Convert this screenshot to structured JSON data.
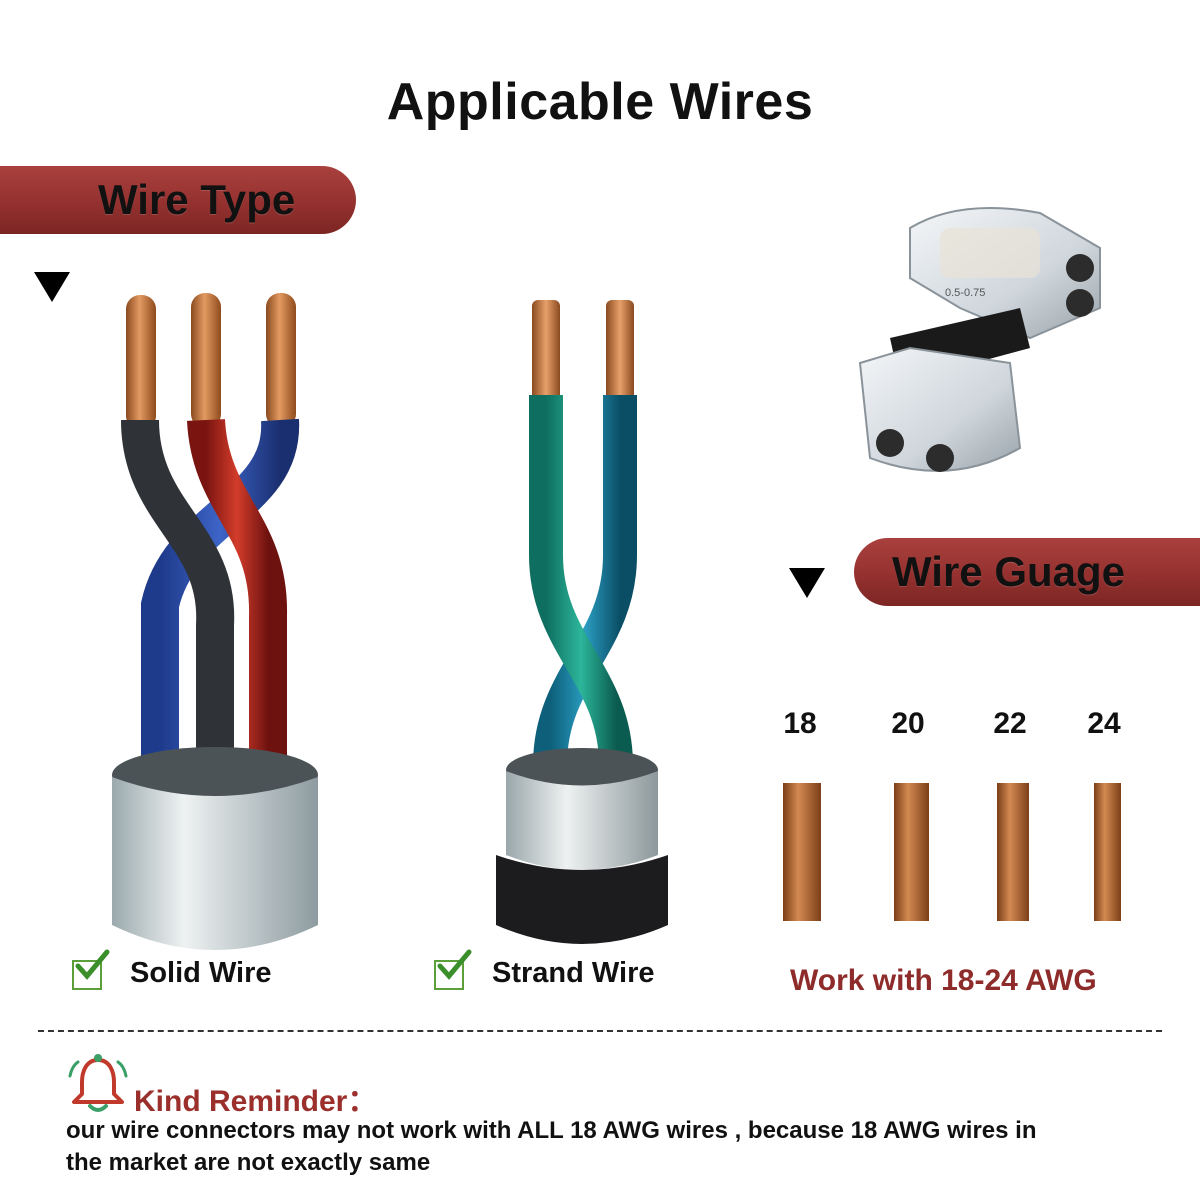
{
  "title": "Applicable Wires",
  "wire_type": {
    "heading": "Wire Type",
    "items": [
      {
        "label": "Solid Wire"
      },
      {
        "label": "Strand Wire"
      }
    ]
  },
  "wire_gauge": {
    "heading": "Wire Guage",
    "gauges": [
      "18",
      "20",
      "22",
      "24"
    ],
    "note": "Work with 18-24 AWG"
  },
  "reminder": {
    "title": "Kind Reminder：",
    "line1": "our wire connectors may not work with ALL 18 AWG wires , because 18 AWG wires in",
    "line2": "the market are not exactly same"
  },
  "colors": {
    "banner": "#94312f",
    "accent_text": "#8e2b2b",
    "check": "#3a8f2a",
    "copper": "#b86a34"
  },
  "connector_label": "0.5-0.75"
}
